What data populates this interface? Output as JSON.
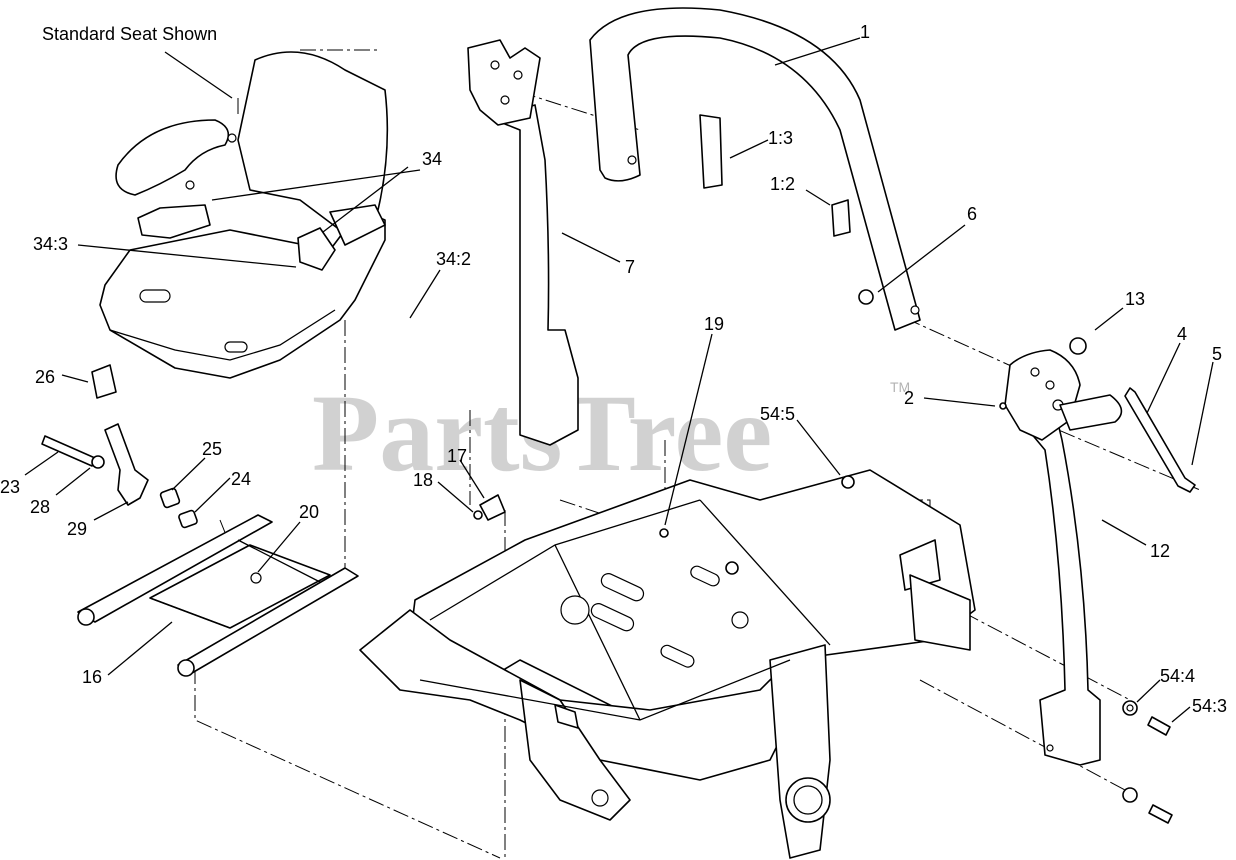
{
  "diagram": {
    "caption": "Standard Seat Shown",
    "watermark": "PartsTree",
    "watermark_mark": "TM",
    "callouts": [
      {
        "id": "c1",
        "label": "1"
      },
      {
        "id": "c1-3",
        "label": "1:3"
      },
      {
        "id": "c1-2",
        "label": "1:2"
      },
      {
        "id": "c6",
        "label": "6"
      },
      {
        "id": "c7",
        "label": "7"
      },
      {
        "id": "c34",
        "label": "34"
      },
      {
        "id": "c34-3",
        "label": "34:3"
      },
      {
        "id": "c34-2",
        "label": "34:2"
      },
      {
        "id": "c13",
        "label": "13"
      },
      {
        "id": "c4",
        "label": "4"
      },
      {
        "id": "c5",
        "label": "5"
      },
      {
        "id": "c2",
        "label": "2"
      },
      {
        "id": "c19",
        "label": "19"
      },
      {
        "id": "c54-5",
        "label": "54:5"
      },
      {
        "id": "c26",
        "label": "26"
      },
      {
        "id": "c25",
        "label": "25"
      },
      {
        "id": "c24",
        "label": "24"
      },
      {
        "id": "c23",
        "label": "23"
      },
      {
        "id": "c28",
        "label": "28"
      },
      {
        "id": "c29",
        "label": "29"
      },
      {
        "id": "c17",
        "label": "17"
      },
      {
        "id": "c18",
        "label": "18"
      },
      {
        "id": "c20",
        "label": "20"
      },
      {
        "id": "c12",
        "label": "12"
      },
      {
        "id": "c16",
        "label": "16"
      },
      {
        "id": "c54-4",
        "label": "54:4"
      },
      {
        "id": "c54-3",
        "label": "54:3"
      }
    ]
  }
}
